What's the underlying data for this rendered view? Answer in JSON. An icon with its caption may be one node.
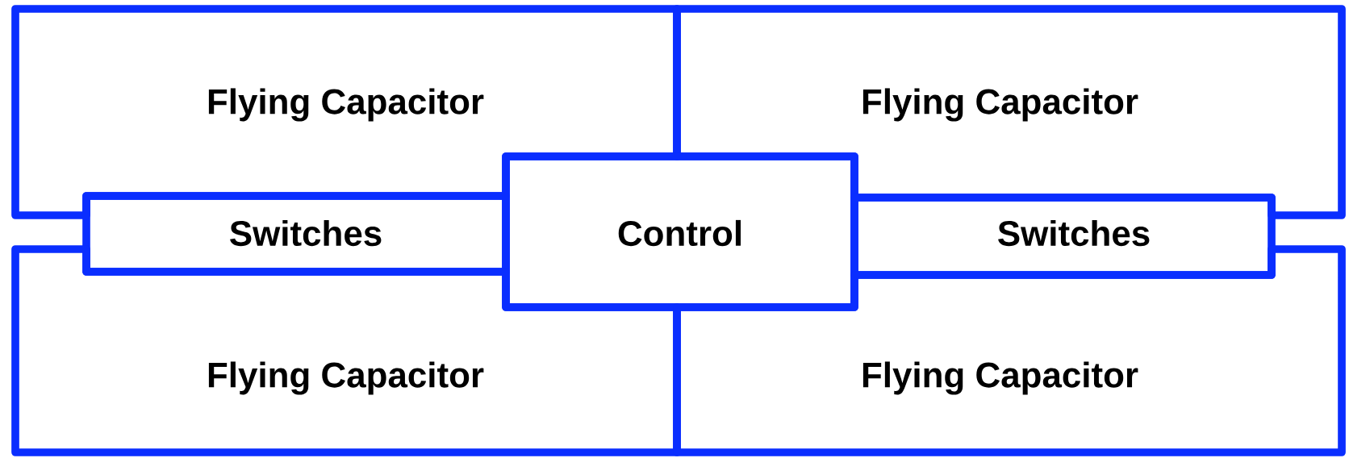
{
  "diagram": {
    "nodes": [
      {
        "text": [
          "Flying Capacitor"
        ]
      },
      {
        "text": [
          "Flying Capacitor"
        ]
      },
      {
        "text": [
          "Switches"
        ]
      },
      {
        "text": [
          "Control"
        ]
      },
      {
        "text": [
          "Switches"
        ]
      },
      {
        "text": [
          "Flying Capacitor"
        ]
      },
      {
        "text": [
          "Flying Capacitor"
        ]
      }
    ]
  }
}
